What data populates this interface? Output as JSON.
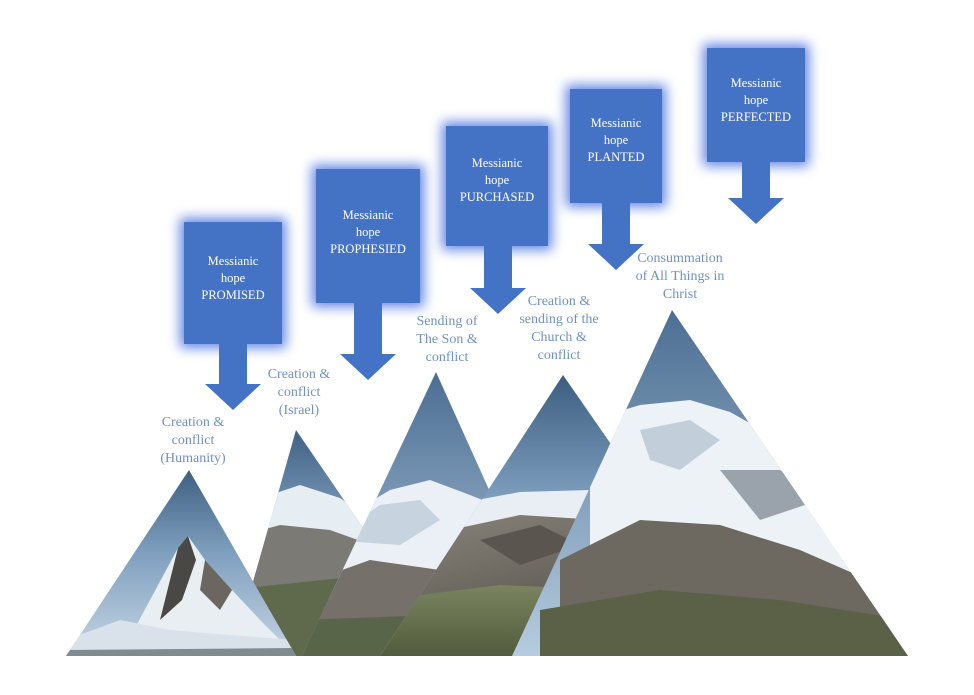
{
  "colors": {
    "box_fill": "#4472c4",
    "box_glow": "#2f5bd9",
    "label_text": "#6f90c4",
    "sky_dark": "#3e5f7f",
    "sky_light": "#a9c3da",
    "snow": "#eef2f6",
    "rock": "#6a6258",
    "grass": "#6f7d54"
  },
  "stages": [
    {
      "hope_text": "Messianic\nhope\nPROMISED",
      "mountain_label": "Creation &\nconflict\n(Humanity)",
      "image_icon": "matterhorn-photo"
    },
    {
      "hope_text": "Messianic\nhope\nPROPHESIED",
      "mountain_label": "Creation &\nconflict\n(Israel)",
      "image_icon": "glacier-peak-photo"
    },
    {
      "hope_text": "Messianic\nhope\nPURCHASED",
      "mountain_label": "Sending of\nThe Son &\nconflict",
      "image_icon": "snow-ridge-photo"
    },
    {
      "hope_text": "Messianic\nhope\nPLANTED",
      "mountain_label": "Creation &\nsending of the\nChurch &\nconflict",
      "image_icon": "valley-range-photo"
    },
    {
      "hope_text": "Messianic\nhope\nPERFECTED",
      "mountain_label": "Consummation\nof All Things in\nChrist",
      "image_icon": "everest-photo"
    }
  ]
}
